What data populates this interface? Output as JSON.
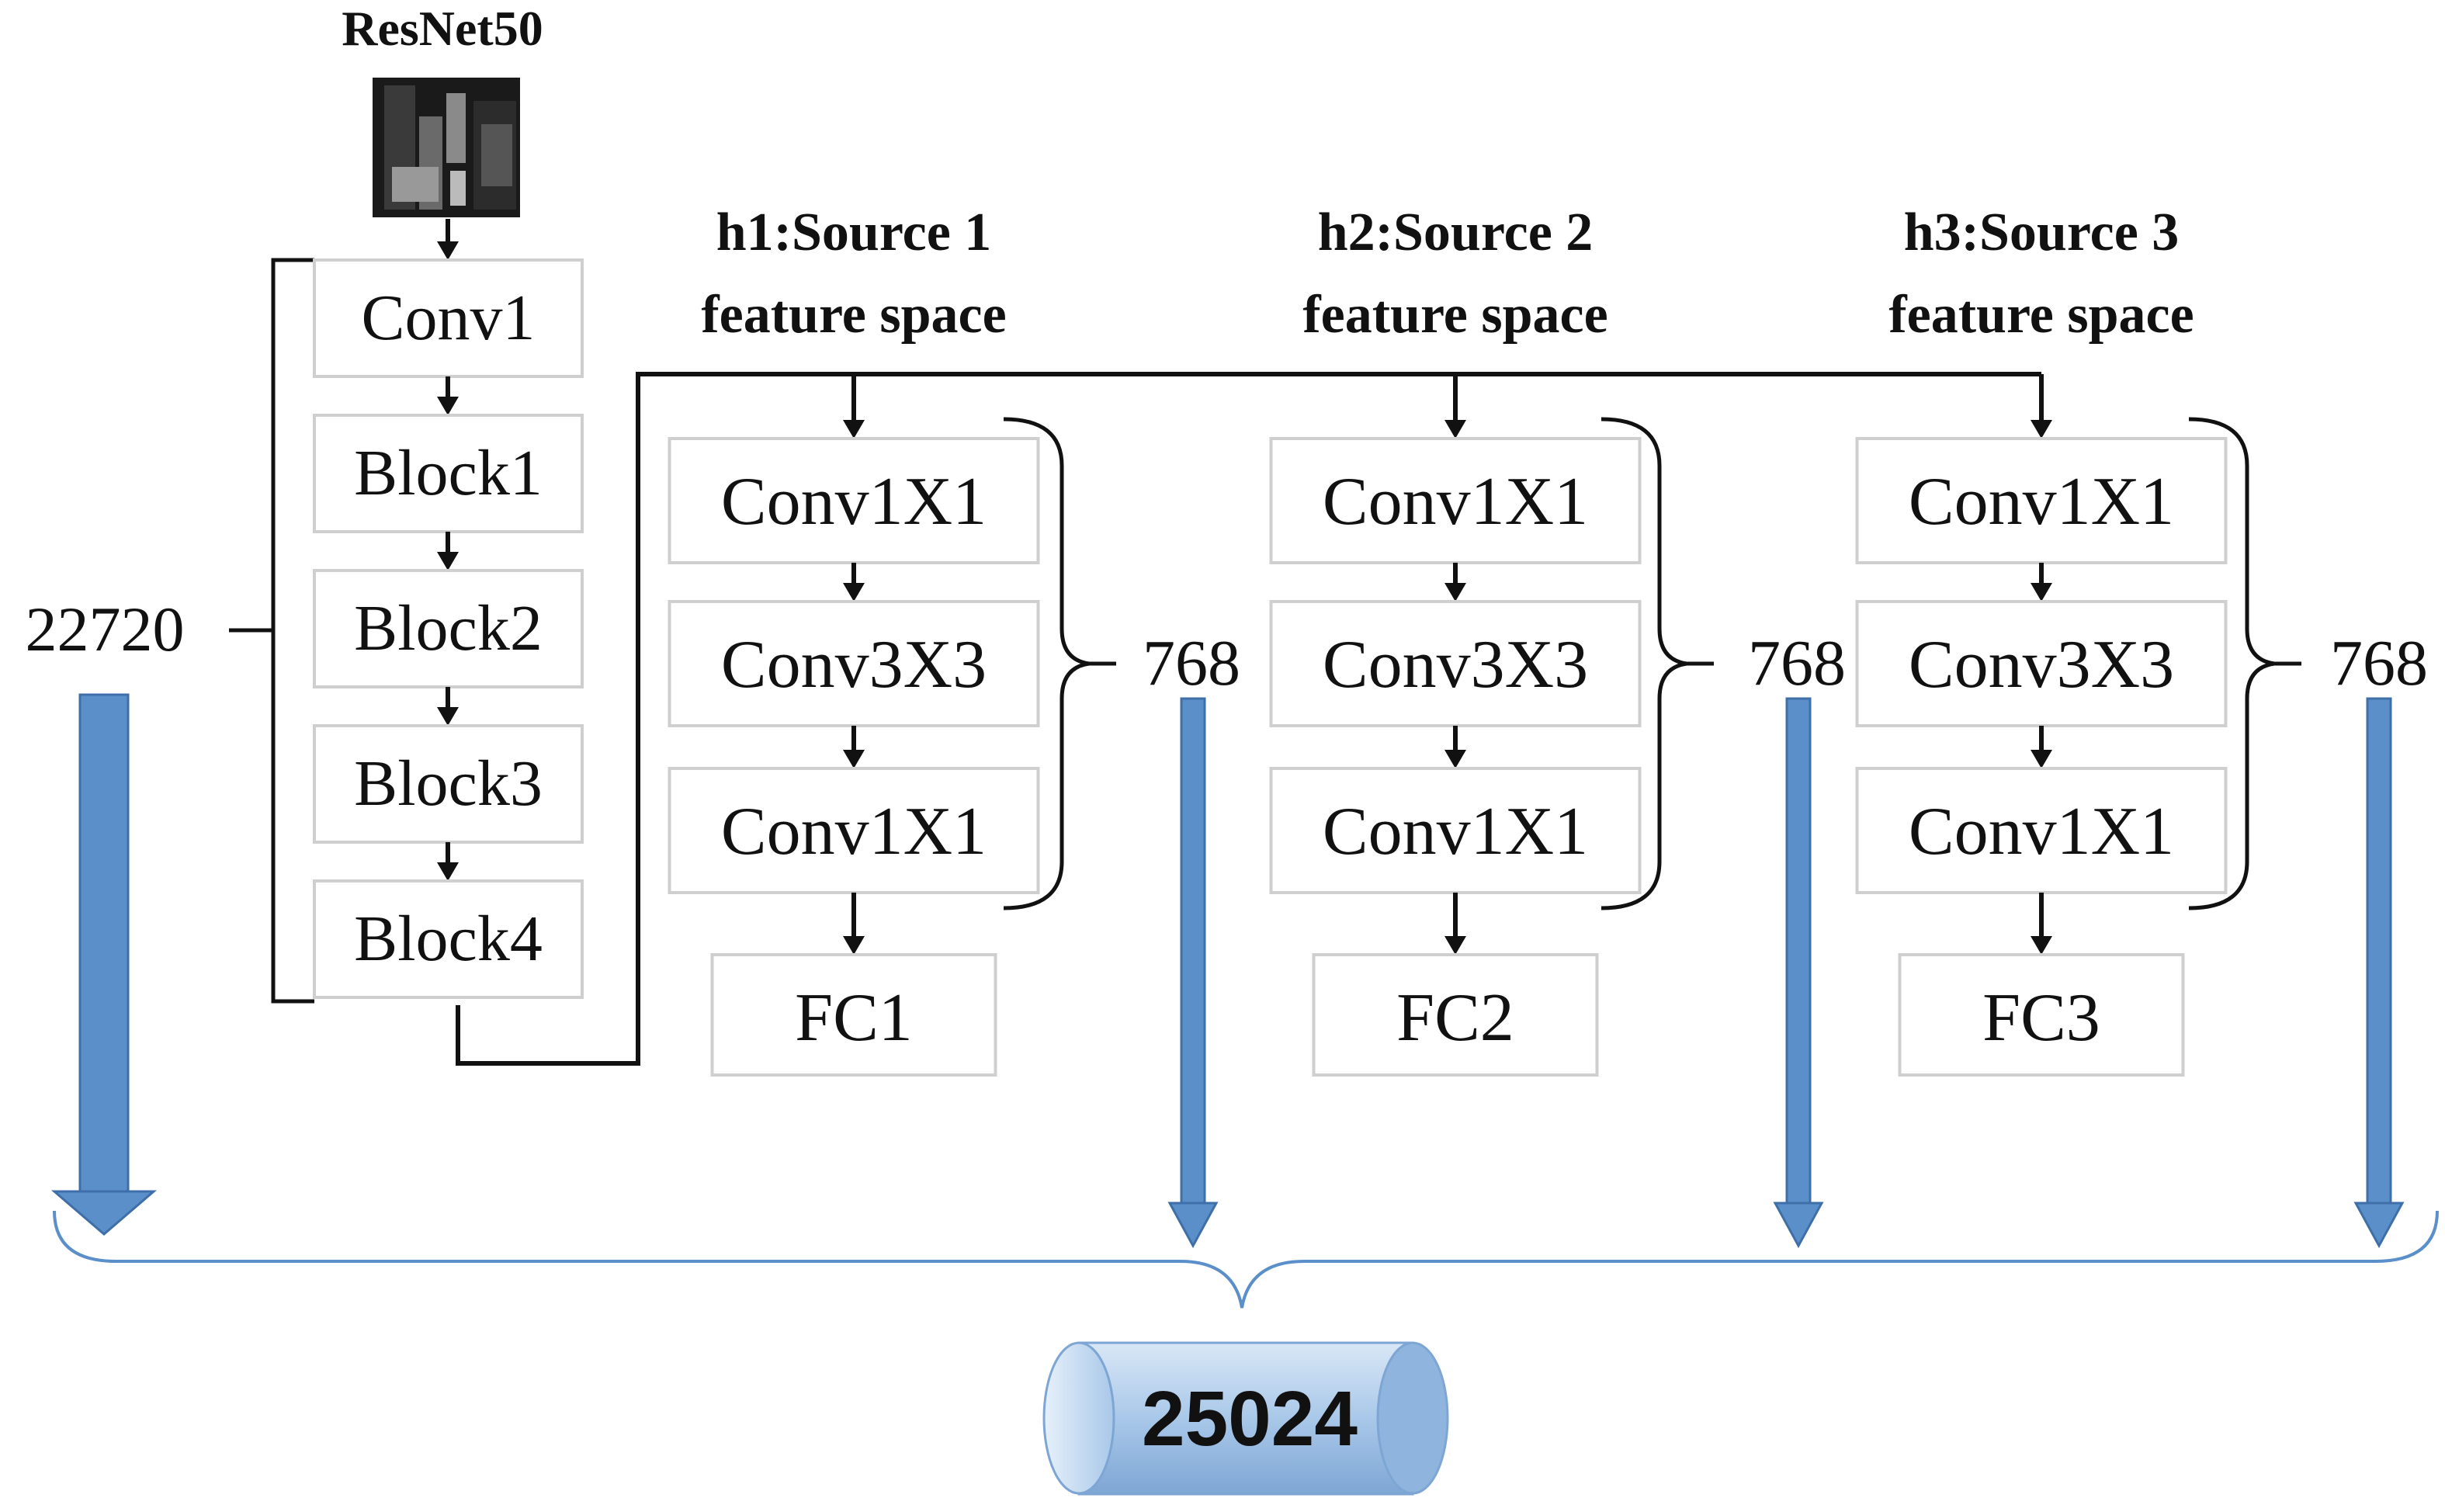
{
  "backbone": {
    "title": "ResNet50",
    "layers": [
      "Conv1",
      "Block1",
      "Block2",
      "Block3",
      "Block4"
    ],
    "feature_dim": "22720"
  },
  "branches": [
    {
      "title_line1": "h1:Source 1",
      "title_line2": "feature space",
      "layers": [
        "Conv1X1",
        "Conv3X3",
        "Conv1X1"
      ],
      "fc": "FC1",
      "feature_dim": "768"
    },
    {
      "title_line1": "h2:Source 2",
      "title_line2": "feature space",
      "layers": [
        "Conv1X1",
        "Conv3X3",
        "Conv1X1"
      ],
      "fc": "FC2",
      "feature_dim": "768"
    },
    {
      "title_line1": "h3:Source 3",
      "title_line2": "feature space",
      "layers": [
        "Conv1X1",
        "Conv3X3",
        "Conv1X1"
      ],
      "fc": "FC3",
      "feature_dim": "768"
    }
  ],
  "total_dim": "25024",
  "colors": {
    "arrow_blue": "#5b8fc9",
    "arrow_blue_dark": "#3f6fa8",
    "cylinder_light": "#c7dbf0",
    "cylinder_mid": "#8fb4dd"
  }
}
